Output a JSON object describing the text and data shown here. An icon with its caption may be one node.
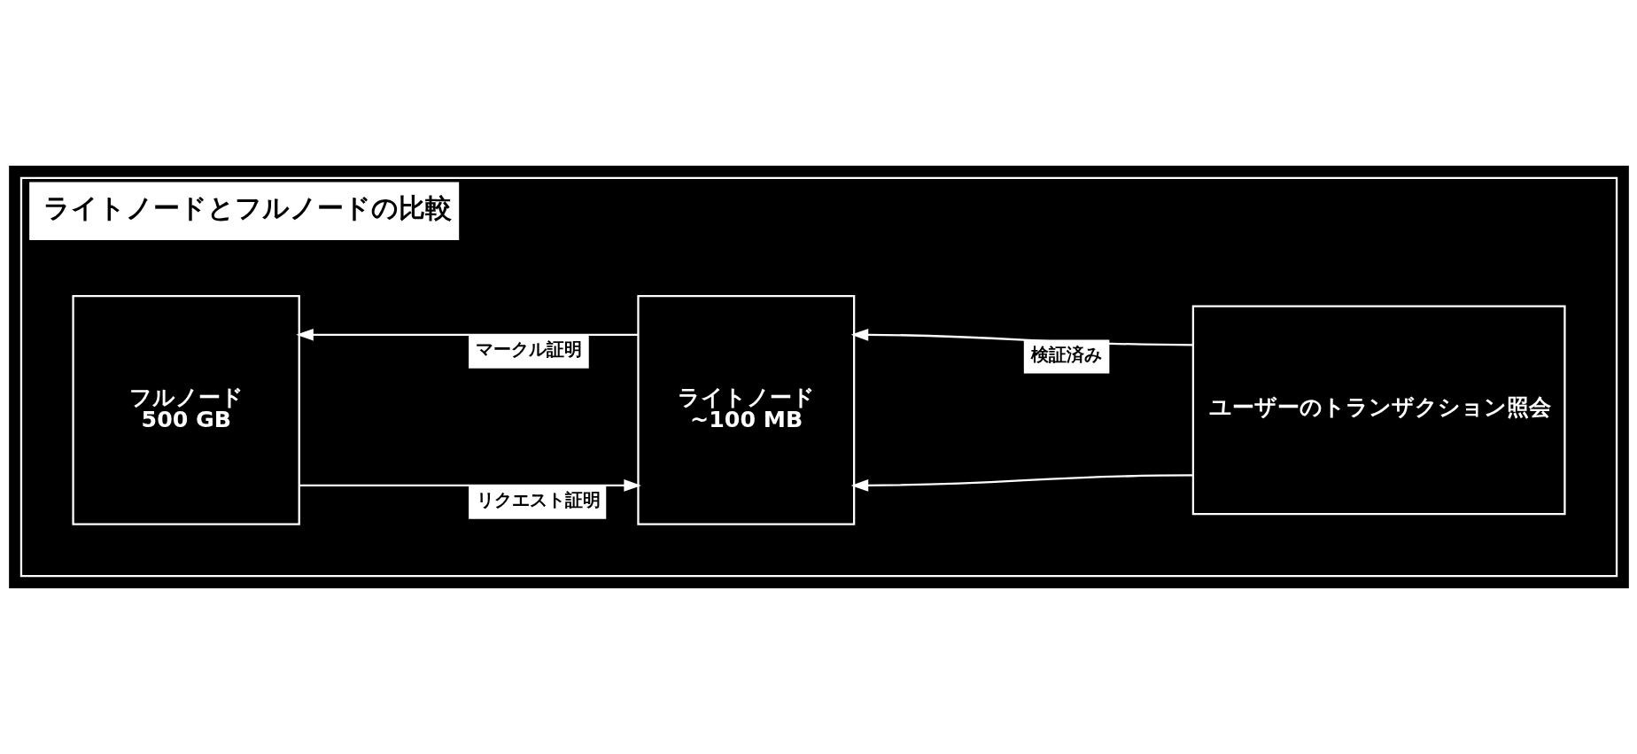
{
  "diagram": {
    "nodes": [
      {
        "text": [
          "ライトノードとフルノードの比較"
        ]
      },
      {
        "text": [
          "フルノード",
          "500 GB"
        ],
        "in": 0
      },
      {
        "text": [
          "ライトノード",
          "~100 MB"
        ],
        "in": 0
      },
      {
        "text": [
          "ユーザーのトランザクション照会"
        ],
        "in": 0
      }
    ],
    "edges": [
      {
        "from": 2,
        "to": 1,
        "arrow": "to",
        "label": "マークル証明"
      },
      {
        "from": 1,
        "to": 2,
        "arrow": "to",
        "label": "リクエスト証明"
      },
      {
        "from": 3,
        "to": 2,
        "arrow": "to",
        "label": "検証済み"
      },
      {
        "from": 3,
        "to": 2,
        "arrow": "to"
      }
    ]
  }
}
